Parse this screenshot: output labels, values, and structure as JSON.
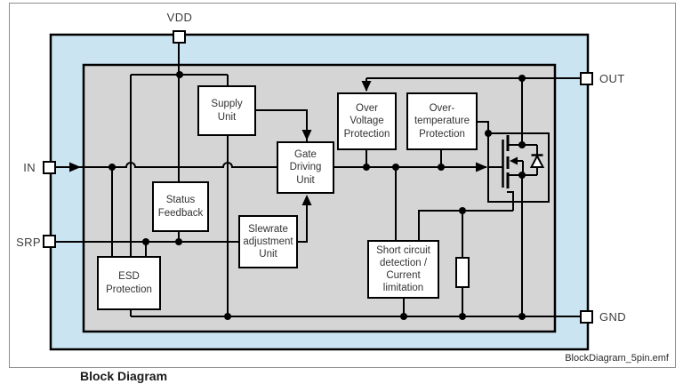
{
  "figure": {
    "caption": "Block Diagram",
    "watermark": "BlockDiagram_5pin.emf"
  },
  "pins": {
    "vdd": "VDD",
    "in": "IN",
    "srp": "SRP",
    "out": "OUT",
    "gnd": "GND"
  },
  "blocks": {
    "supply_unit": "Supply\nUnit",
    "status_feedback": "Status\nFeedback",
    "esd_protection": "ESD\nProtection",
    "gate_driving_unit": "Gate\nDriving\nUnit",
    "slewrate_adjustment_unit": "Slewrate\nadjustment\nUnit",
    "over_voltage_protection": "Over\nVoltage\nProtection",
    "over_temperature_protection": "Over-\ntemperature\nProtection",
    "short_circuit_detection": "Short circuit\ndetection /\nCurrent\nlimitation"
  },
  "symbols": {
    "mosfet": "power-mosfet-with-body-diode",
    "resistor": "sense-resistor"
  },
  "colors": {
    "die_fill": "#cbe4f2",
    "core_fill": "#d5d5d5",
    "line": "#000000",
    "frame_border": "#8d8d8d",
    "box_fill": "#ffffff"
  }
}
